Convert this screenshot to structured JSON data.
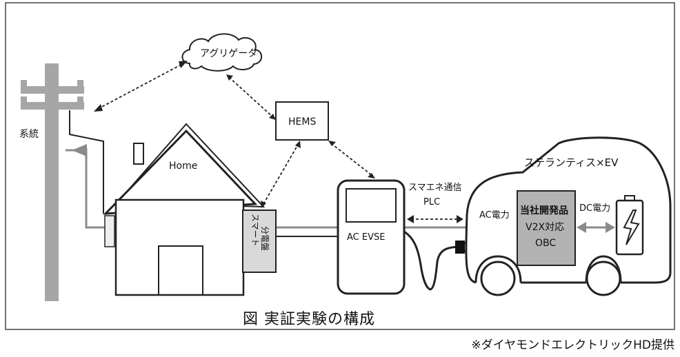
{
  "diagram": {
    "aggregator": "アグリゲータ",
    "grid": "系統",
    "hems": "HEMS",
    "home": "Home",
    "smart_panel": [
      "スマート",
      "分電盤"
    ],
    "evse": "AC EVSE",
    "comm": [
      "スマエネ通信",
      "PLC"
    ],
    "ev_title": "ステランティス×EV",
    "ac_power": "AC電力",
    "dc_power": "DC電力",
    "obc": [
      "当社開発品",
      "V2X対応",
      "OBC"
    ]
  },
  "caption": "図 実証実験の構成",
  "credit": "※ダイヤモンドエレクトリックHD提供",
  "colors": {
    "line": "#222222",
    "gray_line": "#8a8a8a",
    "obc_fill": "#b3b3b3",
    "pole": "#a6a6a6"
  }
}
